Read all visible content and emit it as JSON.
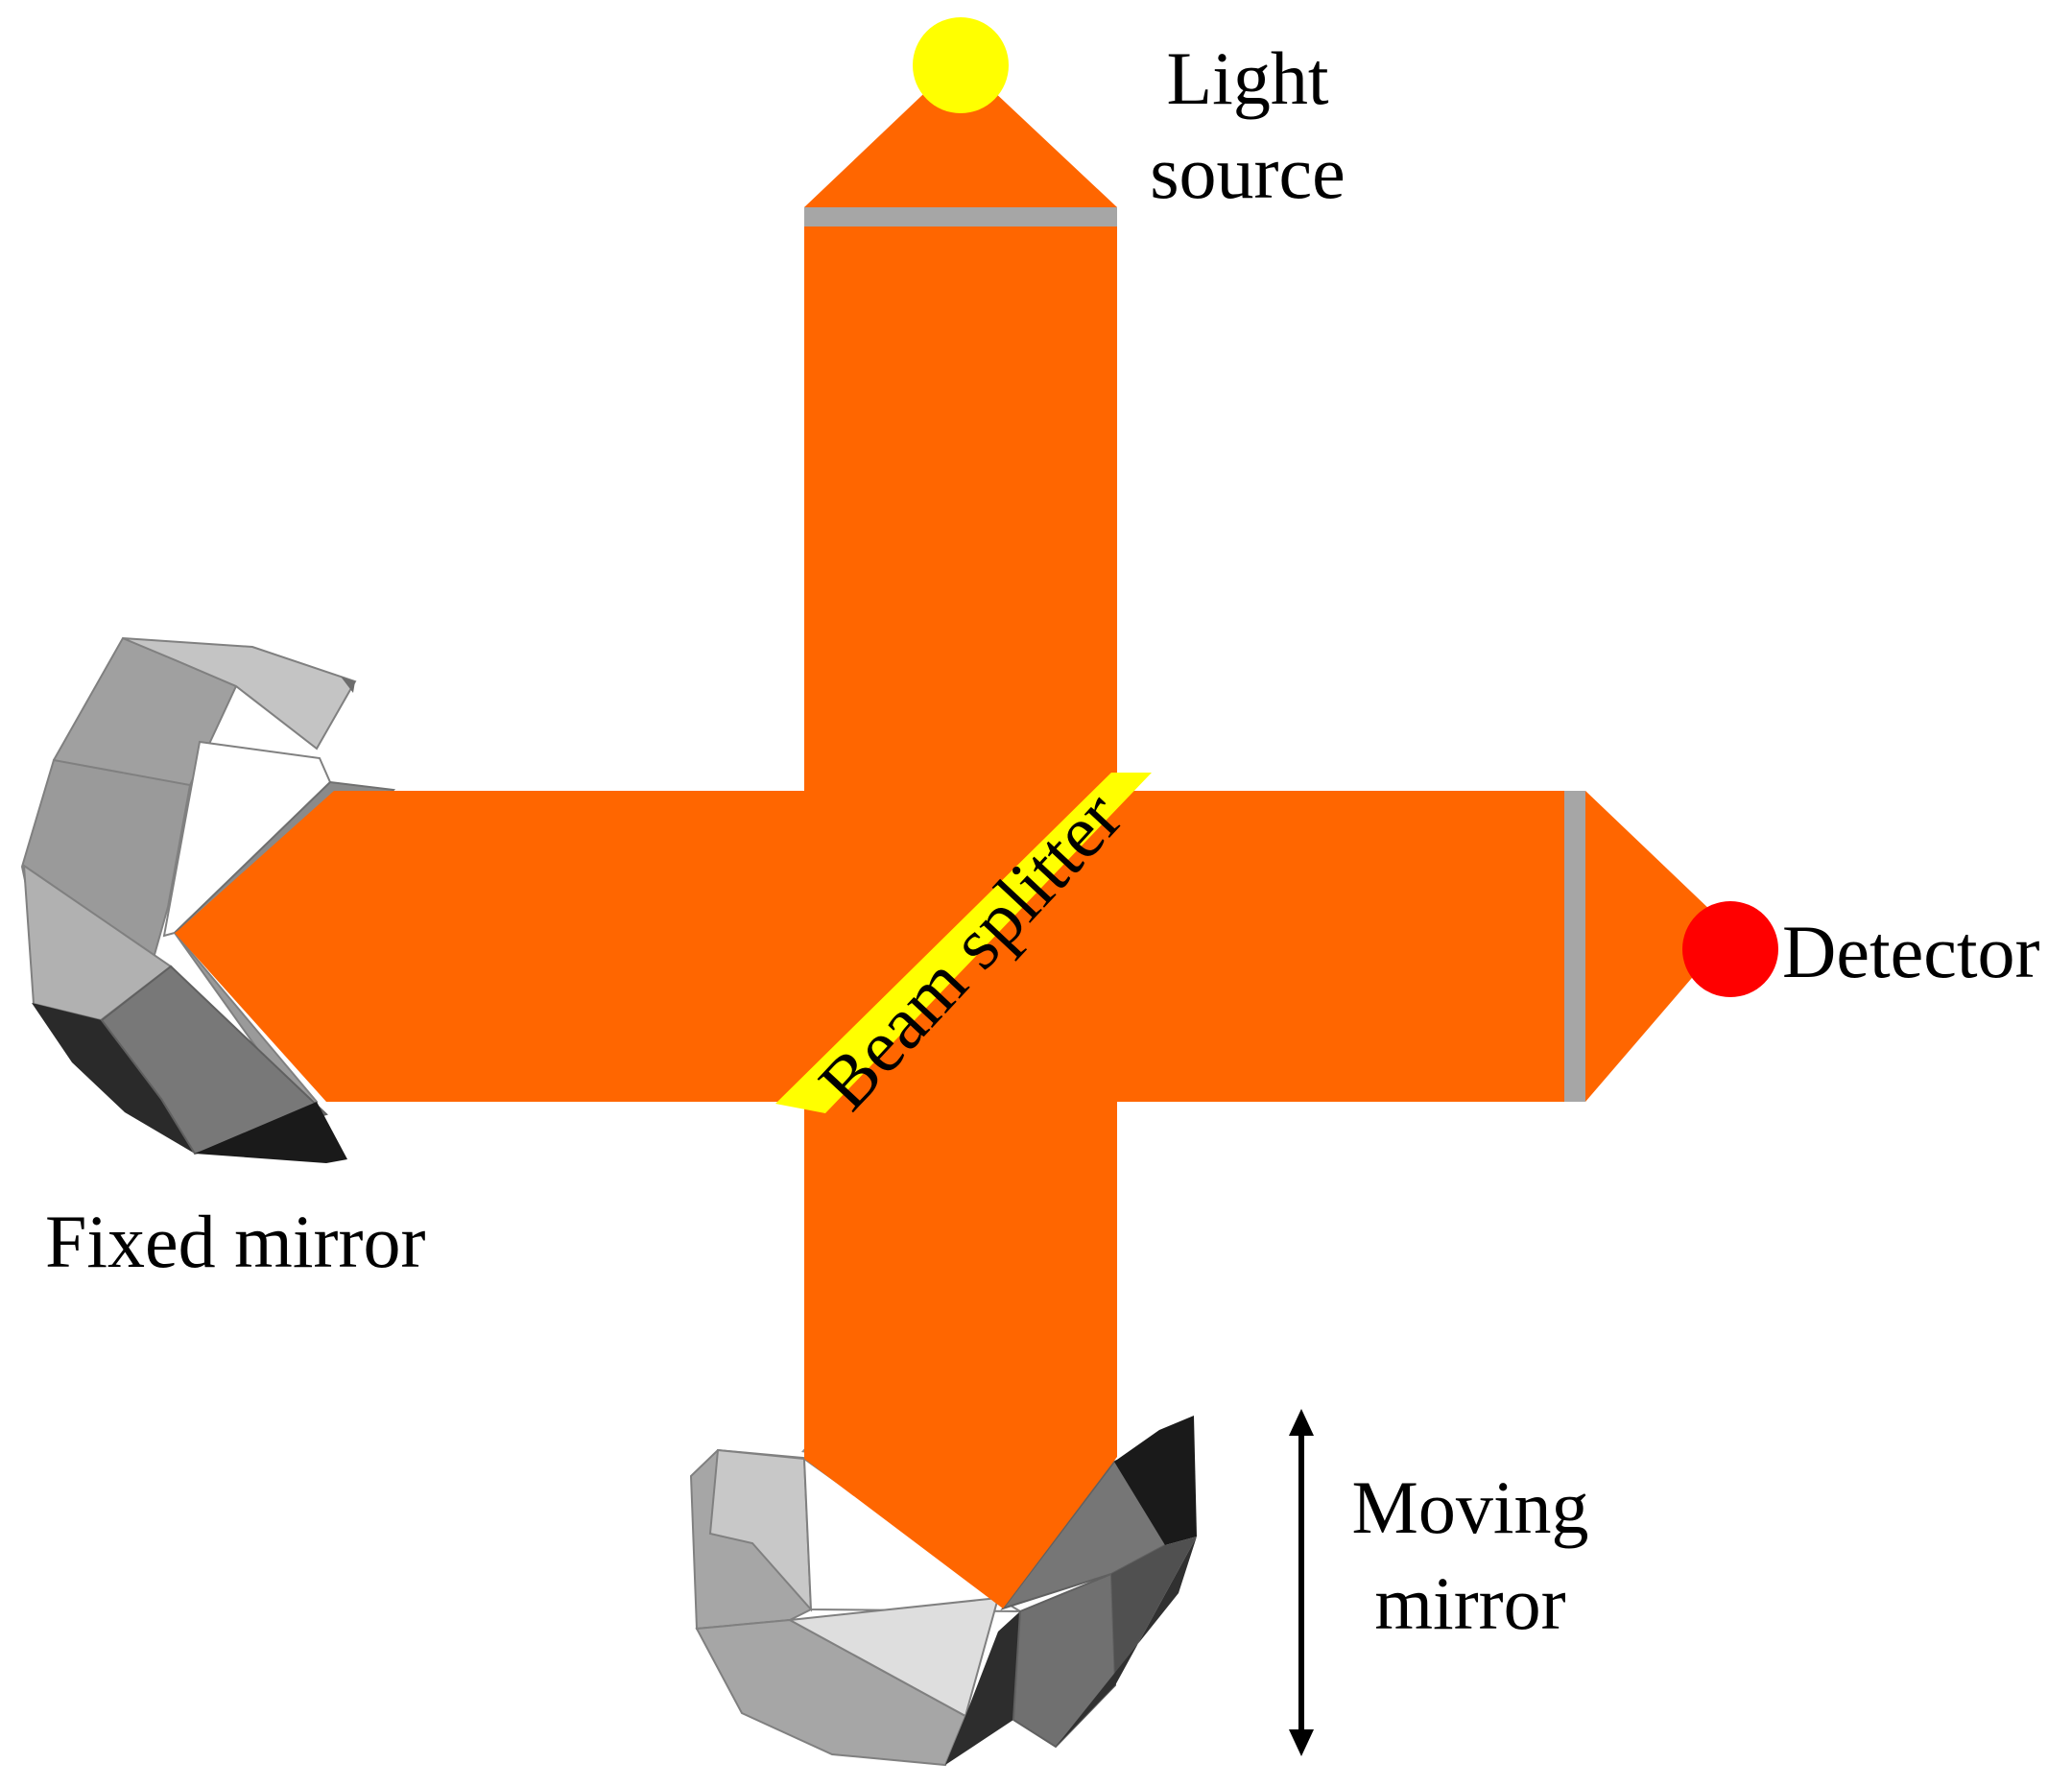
{
  "labels": {
    "light_source_line1": "Light",
    "light_source_line2": "source",
    "detector": "Detector",
    "beam_splitter": "Beam splitter",
    "fixed_mirror": "Fixed mirror",
    "moving_mirror_line1": "Moving",
    "moving_mirror_line2": "mirror"
  },
  "colors": {
    "beam": "#FF6600",
    "beam_splitter": "#FFFF00",
    "light_source": "#FFFF00",
    "detector": "#FF0000",
    "window": "#A6A6A6",
    "arrow": "#000000"
  },
  "icons": {
    "moving_mirror_arrow": "double-headed-vertical-arrow"
  }
}
